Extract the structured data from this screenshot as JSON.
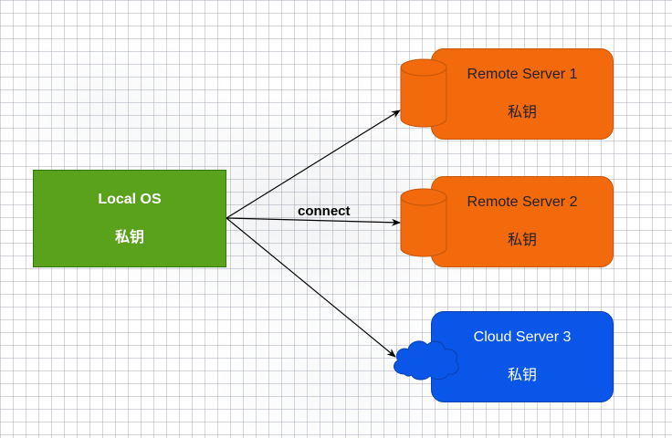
{
  "diagram": {
    "local": {
      "title": "Local OS",
      "subtitle": "私钥"
    },
    "edge_label": "connect",
    "servers": [
      {
        "title": "Remote Server 1",
        "subtitle": "私钥",
        "icon": "database-cylinder-icon"
      },
      {
        "title": "Remote Server 2",
        "subtitle": "私钥",
        "icon": "database-cylinder-icon"
      },
      {
        "title": "Cloud Server 3",
        "subtitle": "私钥",
        "icon": "cloud-icon"
      }
    ]
  },
  "colors": {
    "local_fill": "#5aa11c",
    "remote_fill": "#f26a0c",
    "cloud_fill": "#0a56e8",
    "grid": "#a0a0af",
    "edge": "#000000"
  }
}
